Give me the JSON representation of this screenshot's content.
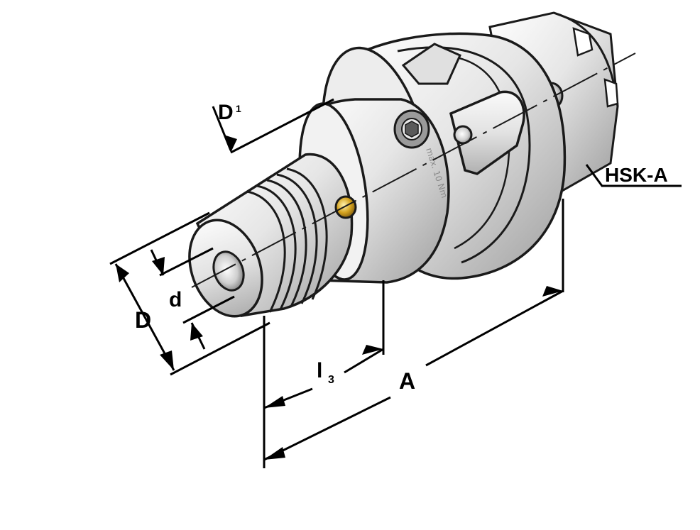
{
  "labels": {
    "d1_main": "D",
    "d1_sub": "1",
    "hsk": "HSK-A",
    "d_big": "D",
    "d_small": "d",
    "l3_main": "l",
    "l3_sub": "3",
    "a": "A",
    "torque": "max. 10 Nm"
  },
  "colors": {
    "metal_light": "#f4f4f4",
    "metal_mid": "#d9d9d9",
    "metal_dark": "#a8a8a8",
    "outline": "#1a1a1a",
    "pin": "#d4a21e"
  },
  "icons": {
    "screw": "hex-socket-screw-icon"
  }
}
